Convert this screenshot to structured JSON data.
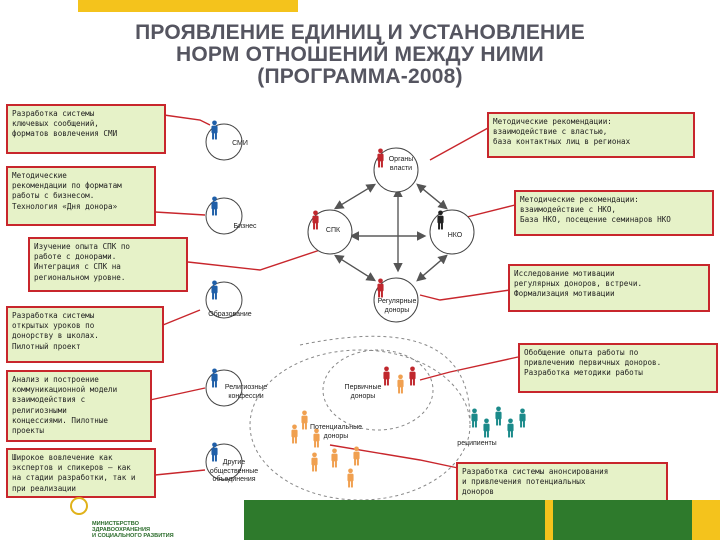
{
  "title": {
    "line1": "ПРОЯВЛЕНИЕ ЕДИНИЦ И УСТАНОВЛЕНИЕ",
    "line2": "НОРМ ОТНОШЕНИЙ МЕЖДУ НИМИ",
    "line3": "(ПРОГРАММА-2008)"
  },
  "left_boxes": [
    "Разработка системы\nключевых сообщений,\nформатов вовлечения СМИ",
    "Методические\nрекомендации по форматам\nработы с бизнесом.\nТехнология «Дня донора»",
    "Изучение опыта СПК по\nработе с донорами.\nИнтеграция с СПК на\nрегиональном уровне.",
    "Разработка системы\nоткрытых уроков по\nдонорству в школах.\nПилотный проект",
    "Анализ и построение\nкоммуникационной модели\nвзаимодействия с\nрелигиозными\nконцессиями. Пилотные\nпроекты",
    "Широкое вовлечение как\nэкспертов и спикеров – как\nна стадии разработки, так и\nпри реализации"
  ],
  "right_boxes": [
    "Методические рекомендации:\nвзаимодействие с властью,\nбаза контактных лиц в регионах",
    "Методические рекомендации:\nвзаимодействие с НКО,\nБаза НКО, посещение семинаров НКО",
    "Исследование мотивации\nрегулярных доноров, встречи.\nФормализация мотивации",
    "Обобщение опыта работы по\nпривлечению первичных доноров.\nРазработка методики работы",
    "Разработка системы анонсирования\nи привлечения потенциальных\nдоноров"
  ],
  "nodes": {
    "smi": "СМИ",
    "business": "Бизнес",
    "education": "Образование",
    "religion": "Религиозные\nконфессии",
    "other": "Другие\nобщественные\nобъединения",
    "gov": "Органы\nвласти",
    "spk": "СПК",
    "nko": "НКО",
    "regular": "Регулярные\nдоноры",
    "primary": "Первичные\nдоноры",
    "potential": "Потенциальные\nдоноры",
    "recipients": "реципиенты"
  },
  "ministry": "МИНИСТЕРСТВО\nЗДРАВООХРАНЕНИЯ\nИ СОЦИАЛЬНОГО РАЗВИТИЯ",
  "colors": {
    "box_border": "#c8262c",
    "box_fill": "#e6f2c8",
    "person_blue": "#1f5fa8",
    "person_red": "#c0272d",
    "person_teal": "#1b8a8a",
    "person_orange": "#f0a050",
    "footer_green": "#2e7a2c",
    "accent_yellow": "#f4c31c"
  }
}
